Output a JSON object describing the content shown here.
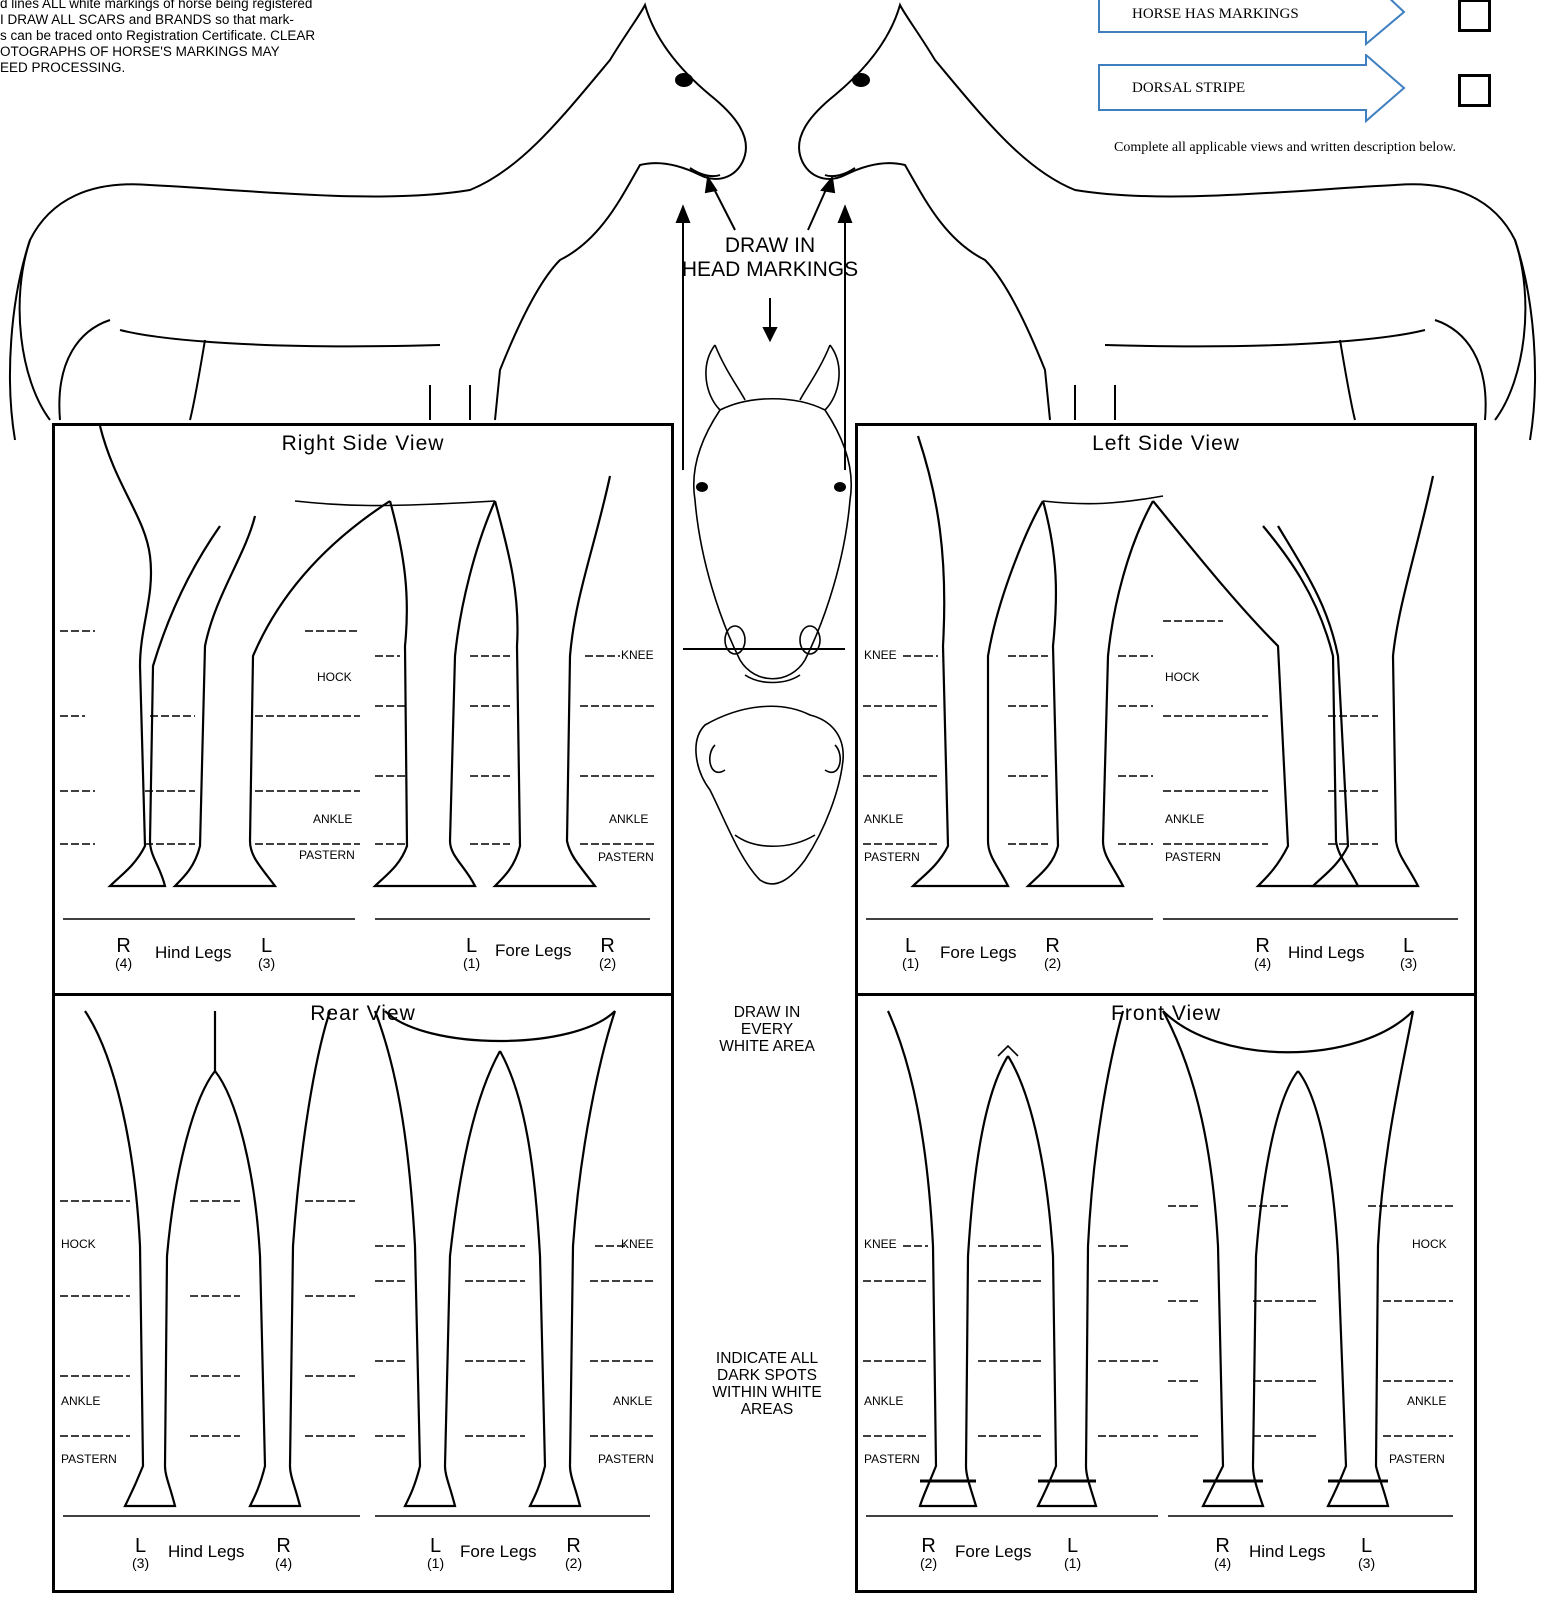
{
  "instructions": {
    "line1": "d lines ALL white markings of horse being registered",
    "line2": "I DRAW ALL SCARS and BRANDS so that mark-",
    "line3": "s can be traced onto Registration Certificate. CLEAR",
    "line4": "OTOGRAPHS OF HORSE'S MARKINGS MAY",
    "line5": "EED PROCESSING."
  },
  "markings": {
    "horse_has_markings": "HORSE HAS MARKINGS",
    "dorsal_stripe": "DORSAL STRIPE",
    "complete_note": "Complete all applicable views and written description below."
  },
  "head": {
    "line1": "DRAW IN",
    "line2": "HEAD MARKINGS"
  },
  "center": {
    "every_white_1": "DRAW IN",
    "every_white_2": "EVERY",
    "every_white_3": "WHITE AREA",
    "dark_spots_1": "INDICATE ALL",
    "dark_spots_2": "DARK SPOTS",
    "dark_spots_3": "WITHIN WHITE",
    "dark_spots_4": "AREAS"
  },
  "panels": {
    "right_side": "Right Side View",
    "left_side": "Left Side View",
    "rear": "Rear View",
    "front": "Front View"
  },
  "labels": {
    "hock": "HOCK",
    "knee": "KNEE",
    "ankle": "ANKLE",
    "pastern": "PASTERN",
    "hind_legs": "Hind Legs",
    "fore_legs": "Fore Legs",
    "R": "R",
    "L": "L",
    "n1": "(1)",
    "n2": "(2)",
    "n3": "(3)",
    "n4": "(4)"
  }
}
